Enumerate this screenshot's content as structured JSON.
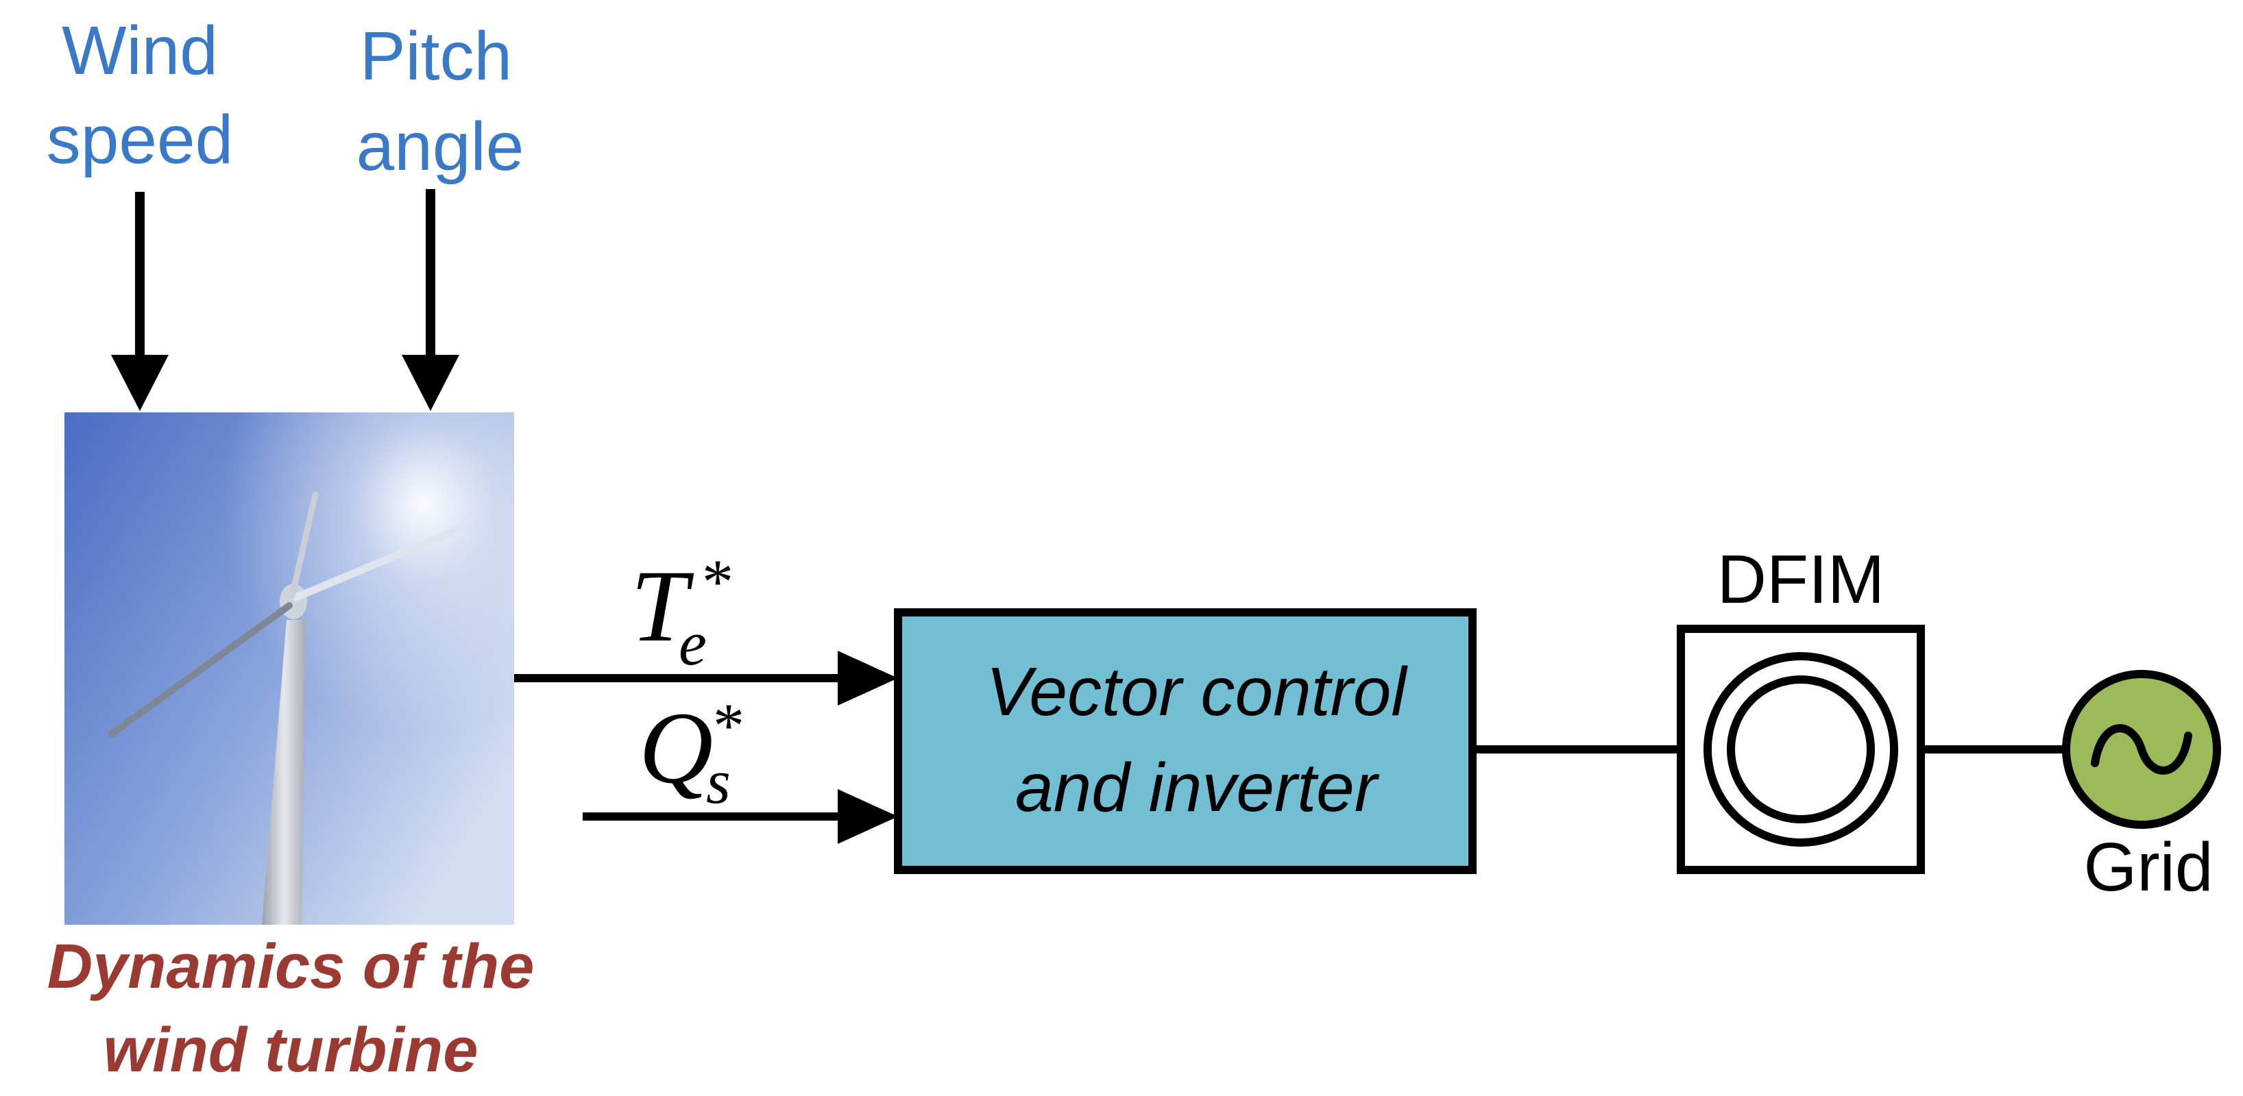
{
  "inputs": {
    "wind_speed": [
      "Wind",
      "speed"
    ],
    "pitch_angle": [
      "Pitch",
      "angle"
    ]
  },
  "turbine": {
    "caption": [
      "Dynamics of the",
      "wind turbine"
    ]
  },
  "signals": {
    "torque_ref": {
      "symbol": "T",
      "subscript": "e",
      "superscript": "*"
    },
    "reactive_ref": {
      "symbol": "Q",
      "subscript": "s",
      "superscript": "*"
    }
  },
  "converter_block": {
    "label": [
      "Vector control",
      "and inverter"
    ]
  },
  "machine": {
    "label": "DFIM"
  },
  "grid": {
    "label": "Grid"
  },
  "colors": {
    "input_text": "#3a78c8",
    "caption_text": "#9b3a33",
    "converter_fill": "#72bfd4",
    "grid_fill": "#9bbb59",
    "line": "#000000"
  }
}
